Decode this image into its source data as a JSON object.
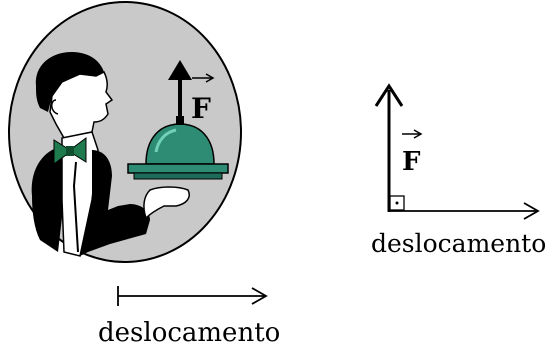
{
  "left_scene": {
    "force_label": "F",
    "displacement_label": "deslocamento"
  },
  "right_scene": {
    "force_label": "F",
    "displacement_label": "deslocamento"
  },
  "colors": {
    "circle_fill": "#c9c9c9",
    "ink": "#000000",
    "bowtie": "#1f7a4e",
    "tray": "#2e8b74",
    "tray_dark": "#1d6b58",
    "skin": "#ffffff"
  }
}
